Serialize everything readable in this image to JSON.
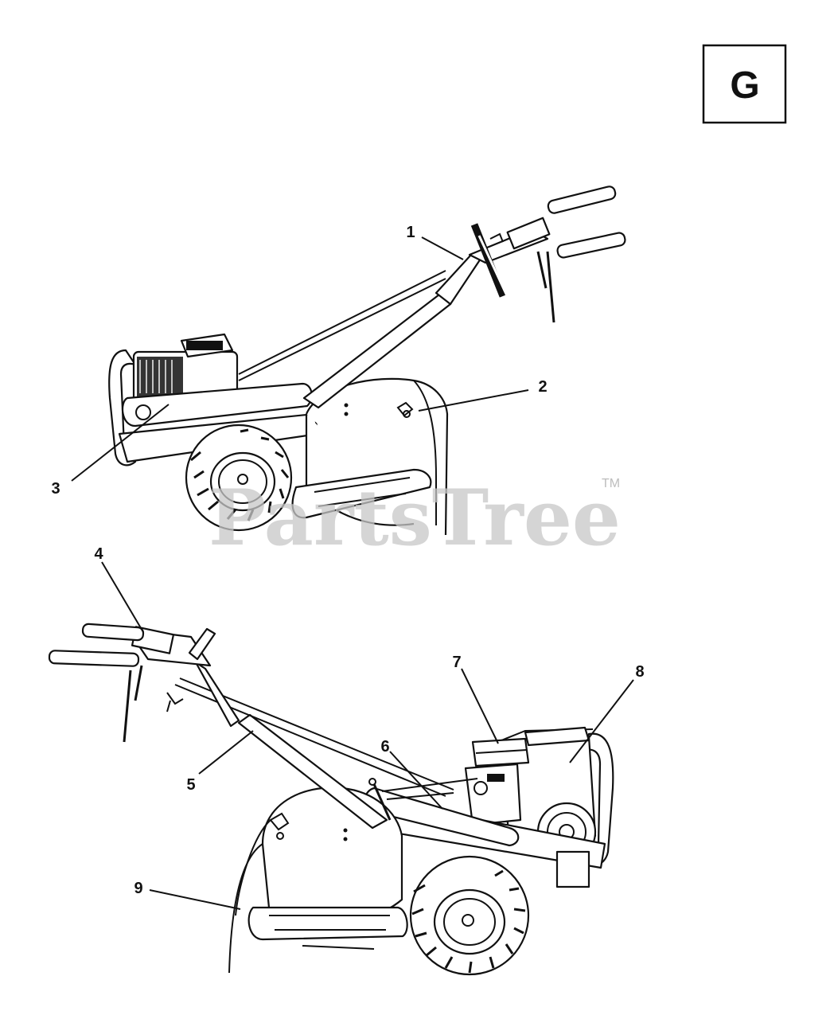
{
  "page_letter": "G",
  "watermark": {
    "text": "PartsTree",
    "trademark": "TM"
  },
  "callouts": [
    {
      "label": "1"
    },
    {
      "label": "2"
    },
    {
      "label": "3"
    },
    {
      "label": "4"
    },
    {
      "label": "5"
    },
    {
      "label": "6"
    },
    {
      "label": "7"
    },
    {
      "label": "8"
    },
    {
      "label": "9"
    }
  ]
}
